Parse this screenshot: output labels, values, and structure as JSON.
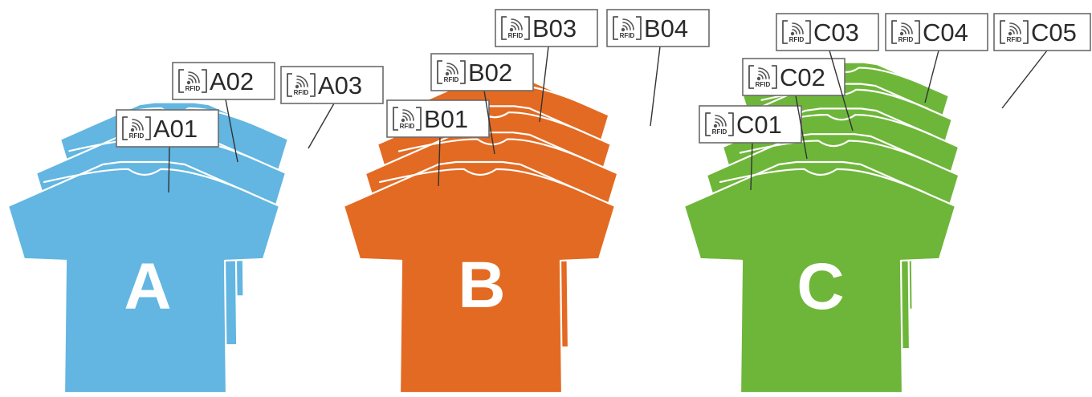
{
  "icon": "rfid-tag-icon",
  "rfid_label": "RFID",
  "groups": [
    {
      "id": "a",
      "letter": "A",
      "color": "#62b6e1",
      "tags": [
        "A01",
        "A02",
        "A03"
      ]
    },
    {
      "id": "b",
      "letter": "B",
      "color": "#e36a22",
      "tags": [
        "B01",
        "B02",
        "B03",
        "B04"
      ]
    },
    {
      "id": "c",
      "letter": "C",
      "color": "#6eb63a",
      "tags": [
        "C01",
        "C02",
        "C03",
        "C04",
        "C05"
      ]
    }
  ]
}
